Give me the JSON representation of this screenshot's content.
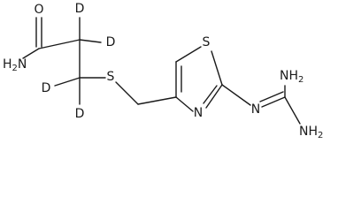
{
  "molecule": {
    "atoms": {
      "o": "O",
      "nh2_amide": {
        "main": "H",
        "sub": "2",
        "tail": "N"
      },
      "d1": "D",
      "d2": "D",
      "d3": "D",
      "d4": "D",
      "s_thioether": "S",
      "s_ring": "S",
      "n_ring": "N",
      "n_imine": "N",
      "nh2_top": {
        "main": "NH",
        "sub": "2"
      },
      "nh2_bottom": {
        "main": "NH",
        "sub": "2"
      }
    }
  }
}
